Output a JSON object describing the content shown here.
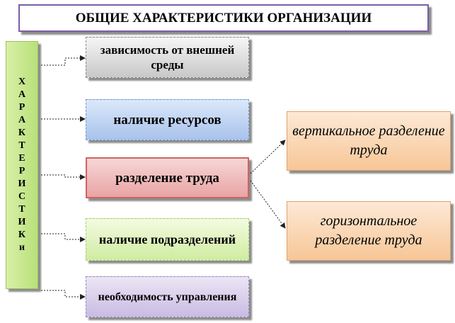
{
  "title": "ОБЩИЕ ХАРАКТЕРИСТИКИ ОРГАНИЗАЦИИ",
  "vertical_label": [
    "Х",
    "А",
    "Р",
    "А",
    "К",
    "Т",
    "Е",
    "Р",
    "И",
    "С",
    "Т",
    "И",
    "К",
    "и"
  ],
  "items": [
    "зависимость от внешней среды",
    "наличие ресурсов",
    "разделение труда",
    "наличие подразделений",
    "необходимость управления"
  ],
  "division_types": [
    "вертикальное разделение труда",
    "горизонтальное разделение труда"
  ]
}
